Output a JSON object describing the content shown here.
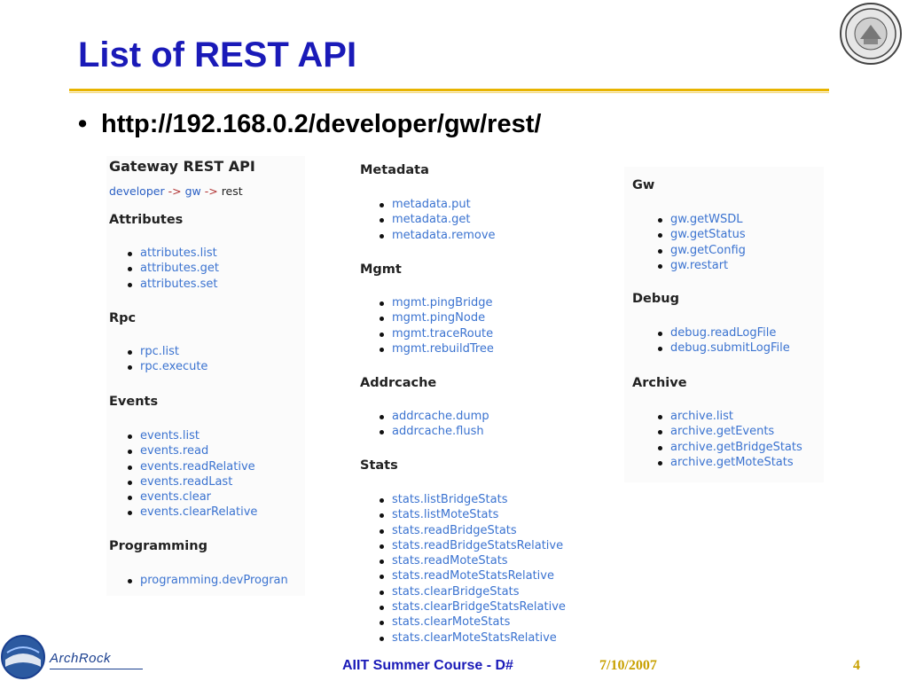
{
  "slide": {
    "title": "List of REST API",
    "bullet_url": "http://192.168.0.2/developer/gw/rest/",
    "bullet_mark": "•"
  },
  "panel1": {
    "heading": "Gateway REST API",
    "crumb": {
      "link1": "developer",
      "arrow1": "->",
      "link2": "gw",
      "arrow2": "->",
      "current": "rest"
    },
    "sections": [
      {
        "name": "Attributes",
        "items": [
          "attributes.list",
          "attributes.get",
          "attributes.set"
        ]
      },
      {
        "name": "Rpc",
        "items": [
          "rpc.list",
          "rpc.execute"
        ]
      },
      {
        "name": "Events",
        "items": [
          "events.list",
          "events.read",
          "events.readRelative",
          "events.readLast",
          "events.clear",
          "events.clearRelative"
        ]
      },
      {
        "name": "Programming",
        "items": [
          "programming.devProgran"
        ]
      }
    ]
  },
  "panel2": {
    "sections": [
      {
        "name": "Metadata",
        "items": [
          "metadata.put",
          "metadata.get",
          "metadata.remove"
        ]
      },
      {
        "name": "Mgmt",
        "items": [
          "mgmt.pingBridge",
          "mgmt.pingNode",
          "mgmt.traceRoute",
          "mgmt.rebuildTree"
        ]
      },
      {
        "name": "Addrcache",
        "items": [
          "addrcache.dump",
          "addrcache.flush"
        ]
      },
      {
        "name": "Stats",
        "items": [
          "stats.listBridgeStats",
          "stats.listMoteStats",
          "stats.readBridgeStats",
          "stats.readBridgeStatsRelative",
          "stats.readMoteStats",
          "stats.readMoteStatsRelative",
          "stats.clearBridgeStats",
          "stats.clearBridgeStatsRelative",
          "stats.clearMoteStats",
          "stats.clearMoteStatsRelative"
        ]
      }
    ]
  },
  "panel3": {
    "sections": [
      {
        "name": "Gw",
        "items": [
          "gw.getWSDL",
          "gw.getStatus",
          "gw.getConfig",
          "gw.restart"
        ]
      },
      {
        "name": "Debug",
        "items": [
          "debug.readLogFile",
          "debug.submitLogFile"
        ]
      },
      {
        "name": "Archive",
        "items": [
          "archive.list",
          "archive.getEvents",
          "archive.getBridgeStats",
          "archive.getMoteStats"
        ]
      }
    ]
  },
  "footer": {
    "logo_text": "ArchRock",
    "course": "AIIT Summer Course - D#",
    "date": "7/10/2007",
    "page": "4"
  },
  "colors": {
    "title": "#1a1ab8",
    "rule": "#e8b400",
    "link": "#3b73d0",
    "footer_date": "#c8a000"
  },
  "icons": {
    "seal": "university-seal-icon",
    "logo": "archrock-logo-icon"
  }
}
